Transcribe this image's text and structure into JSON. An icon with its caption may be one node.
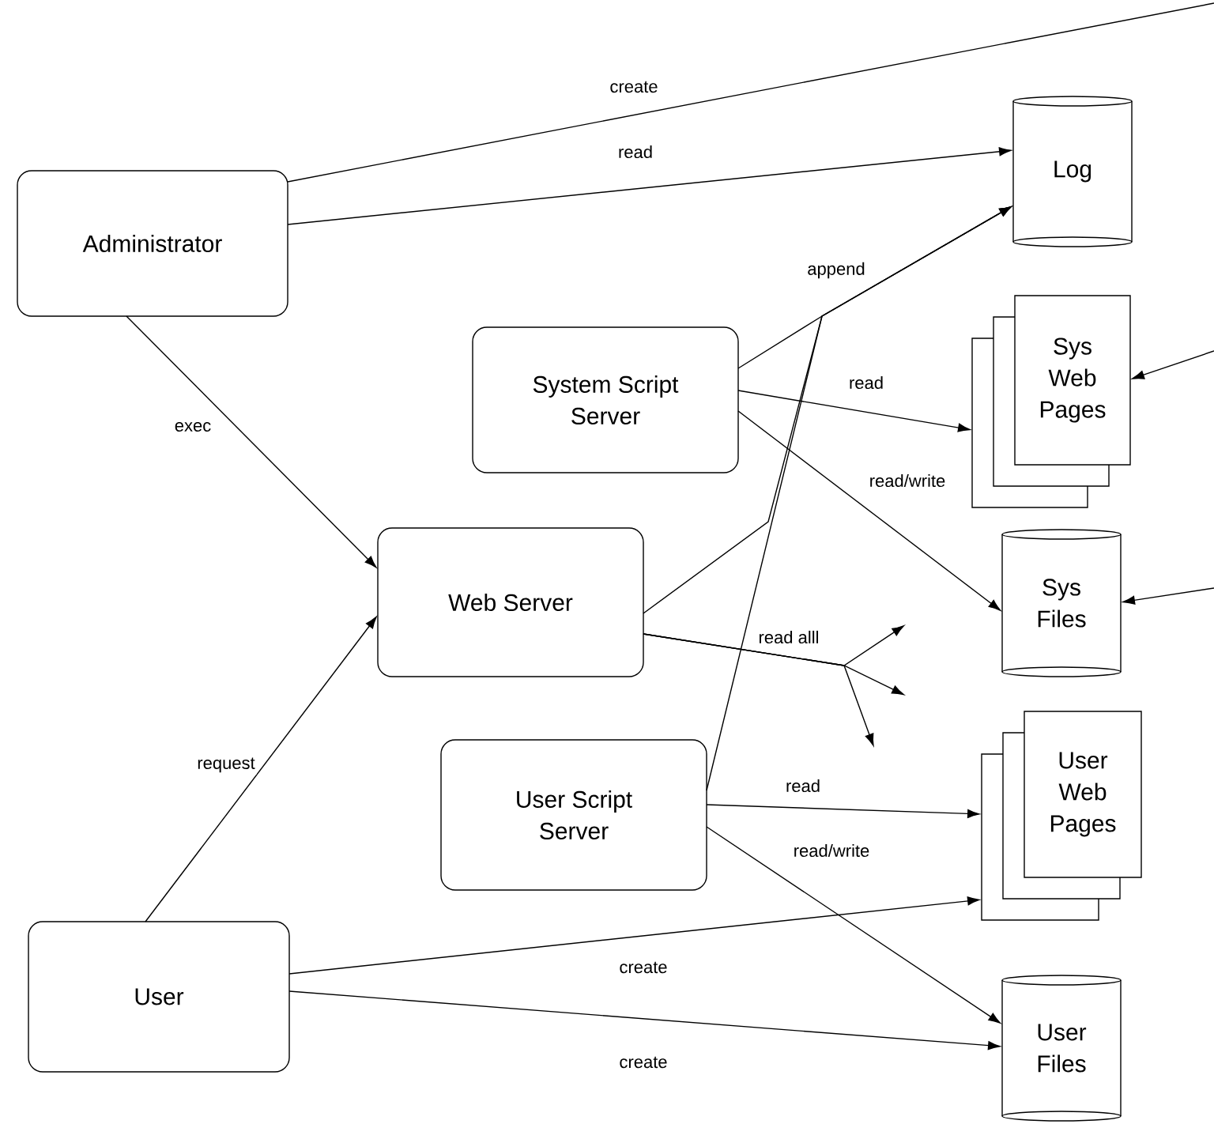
{
  "diagram": {
    "nodes": [
      {
        "text": [
          "Administrator"
        ]
      },
      {
        "text": [
          "Log"
        ]
      },
      {
        "text": [
          "System Script Server"
        ]
      },
      {
        "text": [
          "Sys Web Pages"
        ]
      },
      {
        "text": [
          "Web Server"
        ]
      },
      {
        "text": [
          "Sys Files"
        ]
      },
      {
        "text": [
          "User Script Server"
        ]
      },
      {
        "text": [
          "User Web Pages"
        ]
      },
      {
        "text": [
          "User Files"
        ]
      },
      {
        "text": [
          "User"
        ]
      }
    ],
    "edges": [
      {
        "from": 0,
        "to": null,
        "arrow": "none",
        "label": "create"
      },
      {
        "from": 0,
        "to": 1,
        "arrow": "to",
        "label": "read"
      },
      {
        "from": 0,
        "to": 4,
        "arrow": "to",
        "label": "exec"
      },
      {
        "from": 9,
        "to": 4,
        "arrow": "to",
        "label": "request"
      },
      {
        "from": 2,
        "to": 1,
        "arrow": "to",
        "label": "append"
      },
      {
        "from": 4,
        "to": 1,
        "arrow": "to"
      },
      {
        "from": 6,
        "to": 1,
        "arrow": "to"
      },
      {
        "from": 2,
        "to": 3,
        "arrow": "to",
        "label": "read"
      },
      {
        "from": 2,
        "to": 5,
        "arrow": "to",
        "label": "read/write"
      },
      {
        "from": 4,
        "to": null,
        "arrow": "to",
        "label": "read alll"
      },
      {
        "from": 4,
        "to": null,
        "arrow": "to"
      },
      {
        "from": 4,
        "to": null,
        "arrow": "to"
      },
      {
        "from": null,
        "to": 3,
        "arrow": "to"
      },
      {
        "from": null,
        "to": 5,
        "arrow": "to"
      },
      {
        "from": 6,
        "to": 7,
        "arrow": "to",
        "label": "read"
      },
      {
        "from": 6,
        "to": 8,
        "arrow": "to",
        "label": "read/write"
      },
      {
        "from": 9,
        "to": 7,
        "arrow": "to",
        "label": "create"
      },
      {
        "from": 9,
        "to": 8,
        "arrow": "to",
        "label": "create"
      }
    ]
  }
}
